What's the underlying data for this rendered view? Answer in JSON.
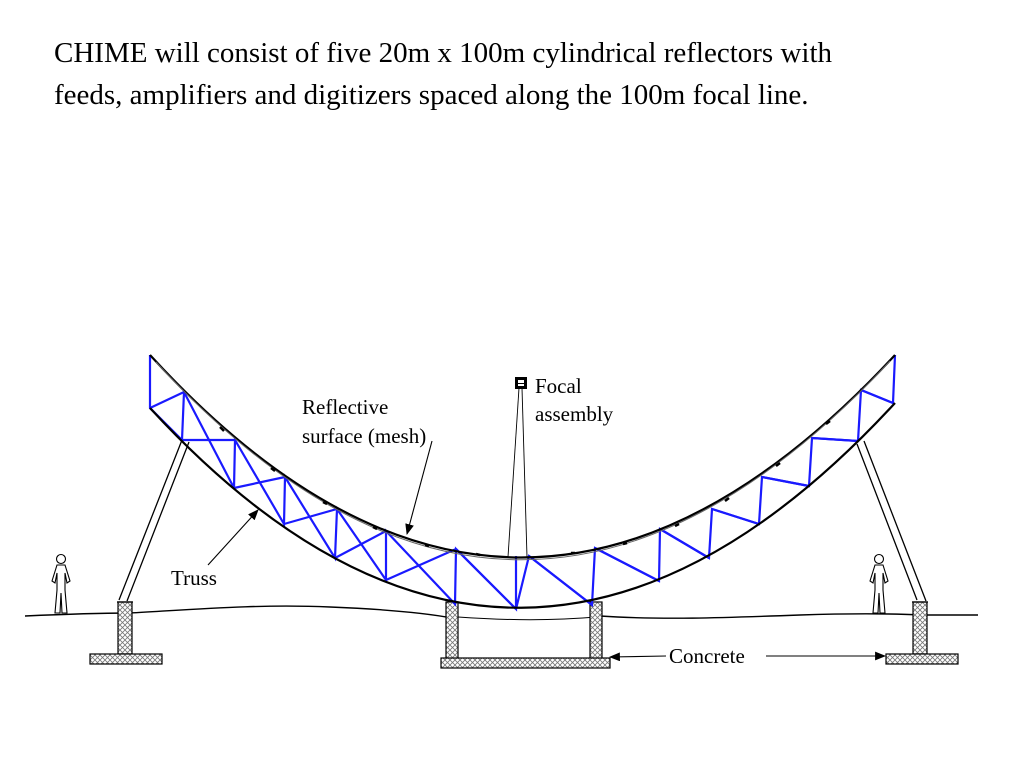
{
  "heading": {
    "line1": "CHIME will consist of five 20m x 100m cylindrical reflectors with",
    "line2": "feeds, amplifiers and digitizers spaced along the 100m focal line."
  },
  "labels": {
    "reflective_line1": "Reflective",
    "reflective_line2": "surface (mesh)",
    "focal_line1": "Focal",
    "focal_line2": "assembly",
    "truss": "Truss",
    "concrete": "Concrete"
  },
  "colors": {
    "truss_members": "#1a1aff",
    "structure": "#000000",
    "concrete_hatch": "#777777"
  },
  "icons": [
    "person-figure-icon",
    "focal-assembly-icon"
  ]
}
